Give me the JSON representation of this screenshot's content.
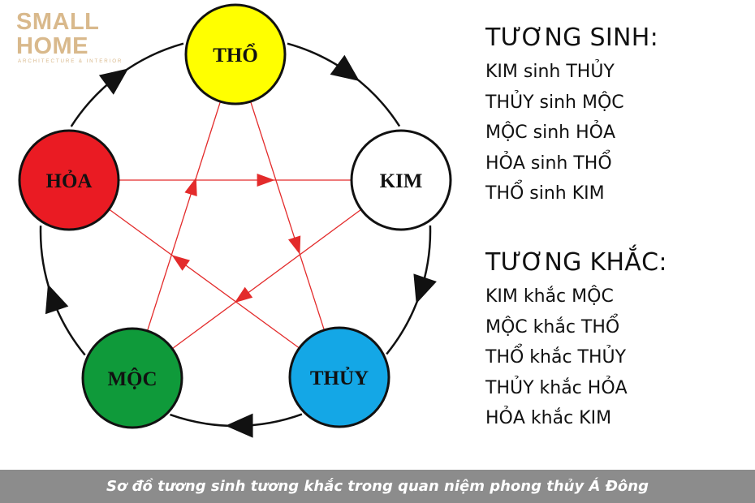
{
  "logo": {
    "brand": "SMALL HOME",
    "tagline": "ARCHITECTURE & INTERIOR",
    "color": "#d9b98c"
  },
  "diagram": {
    "nodes": [
      {
        "id": "tho",
        "label": "THỔ",
        "fill": "#ffff00",
        "text_color": "#111111"
      },
      {
        "id": "kim",
        "label": "KIM",
        "fill": "#ffffff",
        "text_color": "#111111"
      },
      {
        "id": "thuy",
        "label": "THỦY",
        "fill": "#14a7e6",
        "text_color": "#111111"
      },
      {
        "id": "moc",
        "label": "MỘC",
        "fill": "#0f9a3a",
        "text_color": "#111111"
      },
      {
        "id": "hoa",
        "label": "HỎA",
        "fill": "#ea1b23",
        "text_color": "#111111"
      }
    ],
    "generating_cycle": [
      {
        "from": "tho",
        "to": "kim"
      },
      {
        "from": "kim",
        "to": "thuy"
      },
      {
        "from": "thuy",
        "to": "moc"
      },
      {
        "from": "moc",
        "to": "hoa"
      },
      {
        "from": "hoa",
        "to": "tho"
      }
    ],
    "controlling_cycle": [
      {
        "from": "hoa",
        "to": "kim"
      },
      {
        "from": "kim",
        "to": "moc"
      },
      {
        "from": "moc",
        "to": "tho"
      },
      {
        "from": "tho",
        "to": "thuy"
      },
      {
        "from": "thuy",
        "to": "hoa"
      }
    ],
    "cycle_color": "#111111",
    "star_color": "#e32b2b"
  },
  "tuong_sinh": {
    "heading": "TƯƠNG SINH:",
    "rules": [
      "KIM sinh THỦY",
      "THỦY sinh MỘC",
      "MỘC sinh HỎA",
      "HỎA sinh THỔ",
      "THỔ sinh KIM"
    ]
  },
  "tuong_khac": {
    "heading": "TƯƠNG KHẮC:",
    "rules": [
      "KIM khắc MỘC",
      "MỘC khắc THỔ",
      "THỔ khắc THỦY",
      "THỦY khắc HỎA",
      "HỎA khắc KIM"
    ]
  },
  "caption": "Sơ đồ tương sinh tương khắc trong quan niệm phong thủy Á Đông"
}
